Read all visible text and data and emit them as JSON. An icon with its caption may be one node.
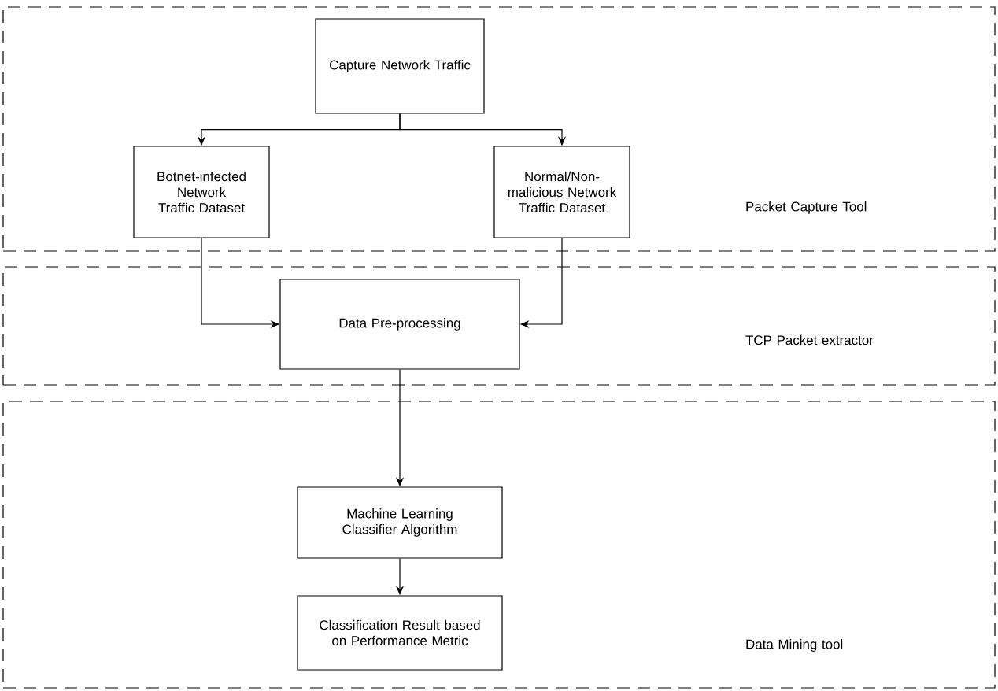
{
  "diagram": {
    "nodes": [
      {
        "text": [
          "Packet Capture Tool"
        ]
      },
      {
        "text": [
          "Capture Network Traffic"
        ],
        "in": 0
      },
      {
        "text": [
          "Botnet-infected Network Traffic Dataset"
        ],
        "in": 0
      },
      {
        "text": [
          "Normal/Non-malicious Network Traffic Dataset"
        ],
        "in": 0
      },
      {
        "text": [
          "TCP Packet extractor"
        ]
      },
      {
        "text": [
          "Data Pre-processing"
        ],
        "in": 4
      },
      {
        "text": [
          "Data Mining tool"
        ]
      },
      {
        "text": [
          "Machine Learning Classifier Algorithm"
        ],
        "in": 6
      },
      {
        "text": [
          "Classification Result based on Performance Metric"
        ],
        "in": 6
      }
    ],
    "edges": [
      {
        "from": 1,
        "to": 2,
        "arrow": "to"
      },
      {
        "from": 1,
        "to": 3,
        "arrow": "to"
      },
      {
        "from": 2,
        "to": 5,
        "arrow": "to"
      },
      {
        "from": 3,
        "to": 5,
        "arrow": "to"
      },
      {
        "from": 5,
        "to": 7,
        "arrow": "to"
      },
      {
        "from": 7,
        "to": 8,
        "arrow": "to"
      }
    ]
  }
}
